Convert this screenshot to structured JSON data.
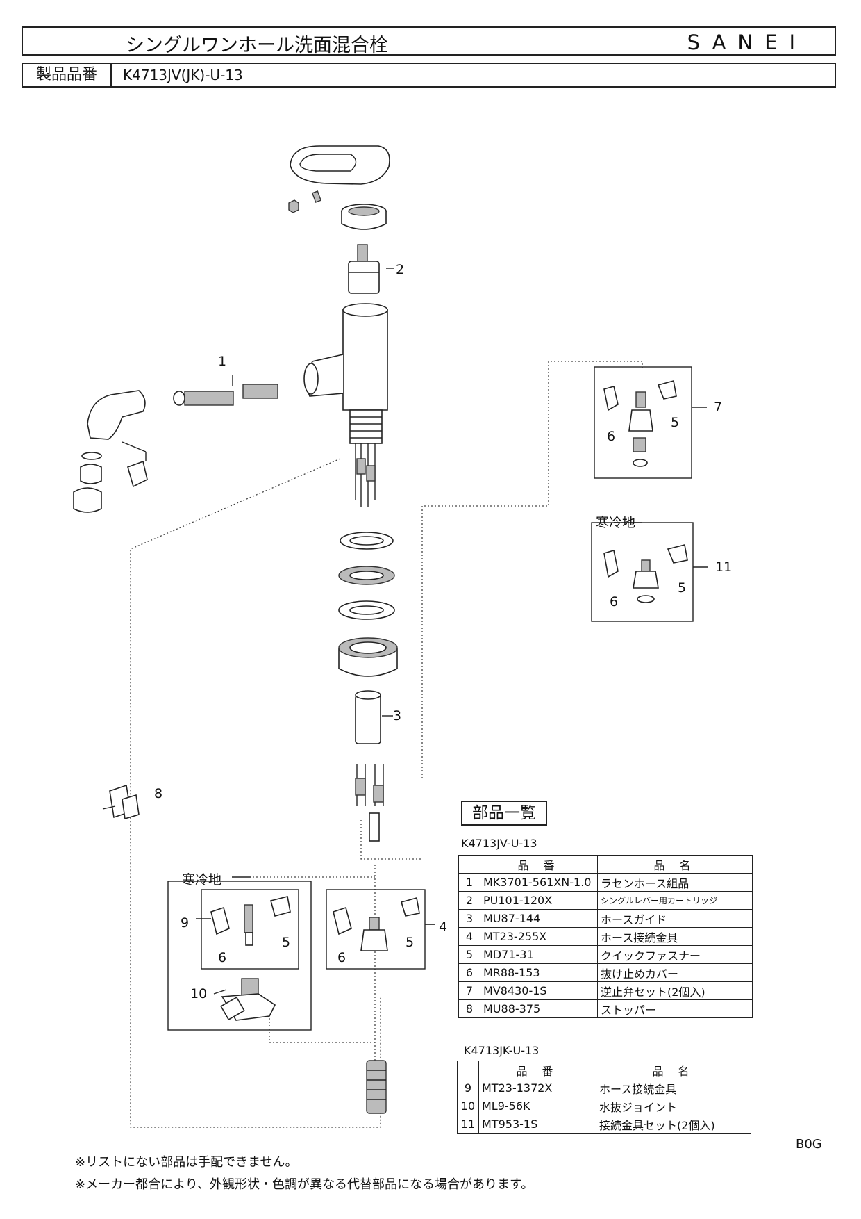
{
  "header": {
    "title": "シングルワンホール洗面混合栓",
    "brand": "SANEI",
    "code_label": "製品品番",
    "code_value": "K4713JV(JK)-U-13"
  },
  "diagram": {
    "callouts": [
      "1",
      "2",
      "3",
      "4",
      "5",
      "6",
      "7",
      "8",
      "9",
      "10",
      "11"
    ],
    "cold_region_label": "寒冷地"
  },
  "parts_list": {
    "title": "部品一覧",
    "table_a": {
      "caption": "K4713JV-U-13",
      "headers": [
        "品 番",
        "品 名"
      ],
      "rows": [
        {
          "no": "1",
          "code": "MK3701-561XN-1.0",
          "name": "ラセンホース組品"
        },
        {
          "no": "2",
          "code": "PU101-120X",
          "name": "シングルレバー用カートリッジ"
        },
        {
          "no": "3",
          "code": "MU87-144",
          "name": "ホースガイド"
        },
        {
          "no": "4",
          "code": "MT23-255X",
          "name": "ホース接続金具"
        },
        {
          "no": "5",
          "code": "MD71-31",
          "name": "クイックファスナー"
        },
        {
          "no": "6",
          "code": "MR88-153",
          "name": "抜け止めカバー"
        },
        {
          "no": "7",
          "code": "MV8430-1S",
          "name": "逆止弁セット(2個入)"
        },
        {
          "no": "8",
          "code": "MU88-375",
          "name": "ストッパー"
        }
      ]
    },
    "table_b": {
      "caption": "K4713JK-U-13",
      "headers": [
        "品 番",
        "品 名"
      ],
      "rows": [
        {
          "no": "9",
          "code": "MT23-1372X",
          "name": "ホース接続金具"
        },
        {
          "no": "10",
          "code": "ML9-56K",
          "name": "水抜ジョイント"
        },
        {
          "no": "11",
          "code": "MT953-1S",
          "name": "接続金具セット(2個入)"
        }
      ]
    }
  },
  "footnotes": [
    "※リストにない部品は手配できません。",
    "※メーカー都合により、外観形状・色調が異なる代替部品になる場合があります。"
  ],
  "revision": "B0G"
}
